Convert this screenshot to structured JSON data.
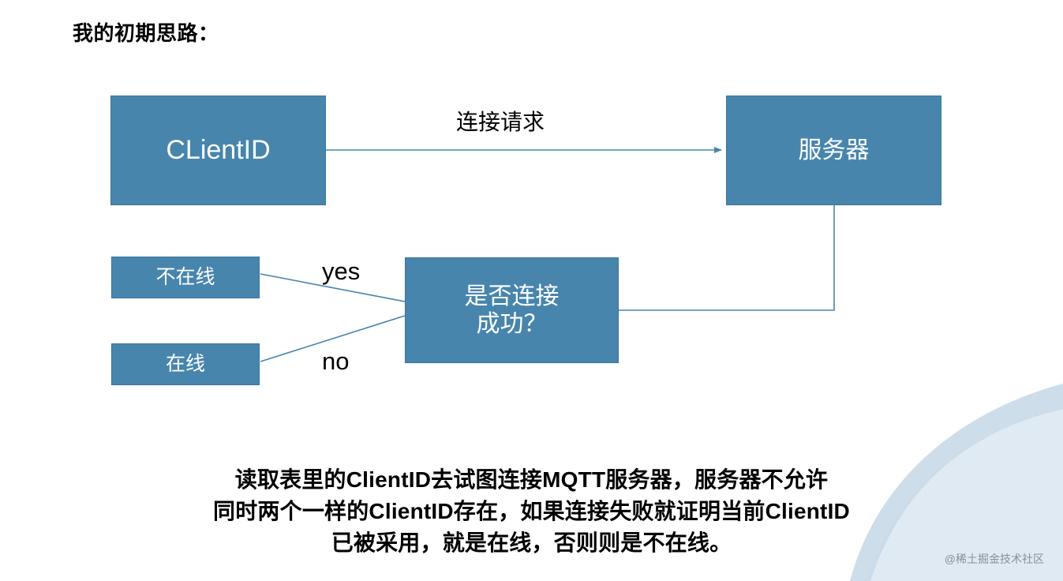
{
  "slide": {
    "title": "我的初期思路：",
    "background_color": "#ffffff",
    "node_fill": "#4785AD",
    "connector_color": "#4785AD"
  },
  "nodes": [
    {
      "id": "clientid",
      "label": "CLientID"
    },
    {
      "id": "server",
      "label": "服务器"
    },
    {
      "id": "decision",
      "label": "是否连接\n成功？",
      "line1": "是否连接",
      "line2": "成功？"
    },
    {
      "id": "offline",
      "label": "不在线"
    },
    {
      "id": "online",
      "label": "在线"
    }
  ],
  "edges": [
    {
      "from": "clientid",
      "to": "server",
      "label": "连接请求"
    },
    {
      "from": "server",
      "to": "decision",
      "label": ""
    },
    {
      "from": "decision",
      "to": "offline",
      "label": "yes"
    },
    {
      "from": "decision",
      "to": "online",
      "label": "no"
    }
  ],
  "caption": {
    "line1": "读取表里的ClientID去试图连接MQTT服务器，服务器不允许",
    "line2": "同时两个一样的ClientID存在，如果连接失败就证明当前ClientID",
    "line3": "已被采用，就是在线，否则则是不在线。"
  },
  "watermark": "@稀土掘金技术社区"
}
